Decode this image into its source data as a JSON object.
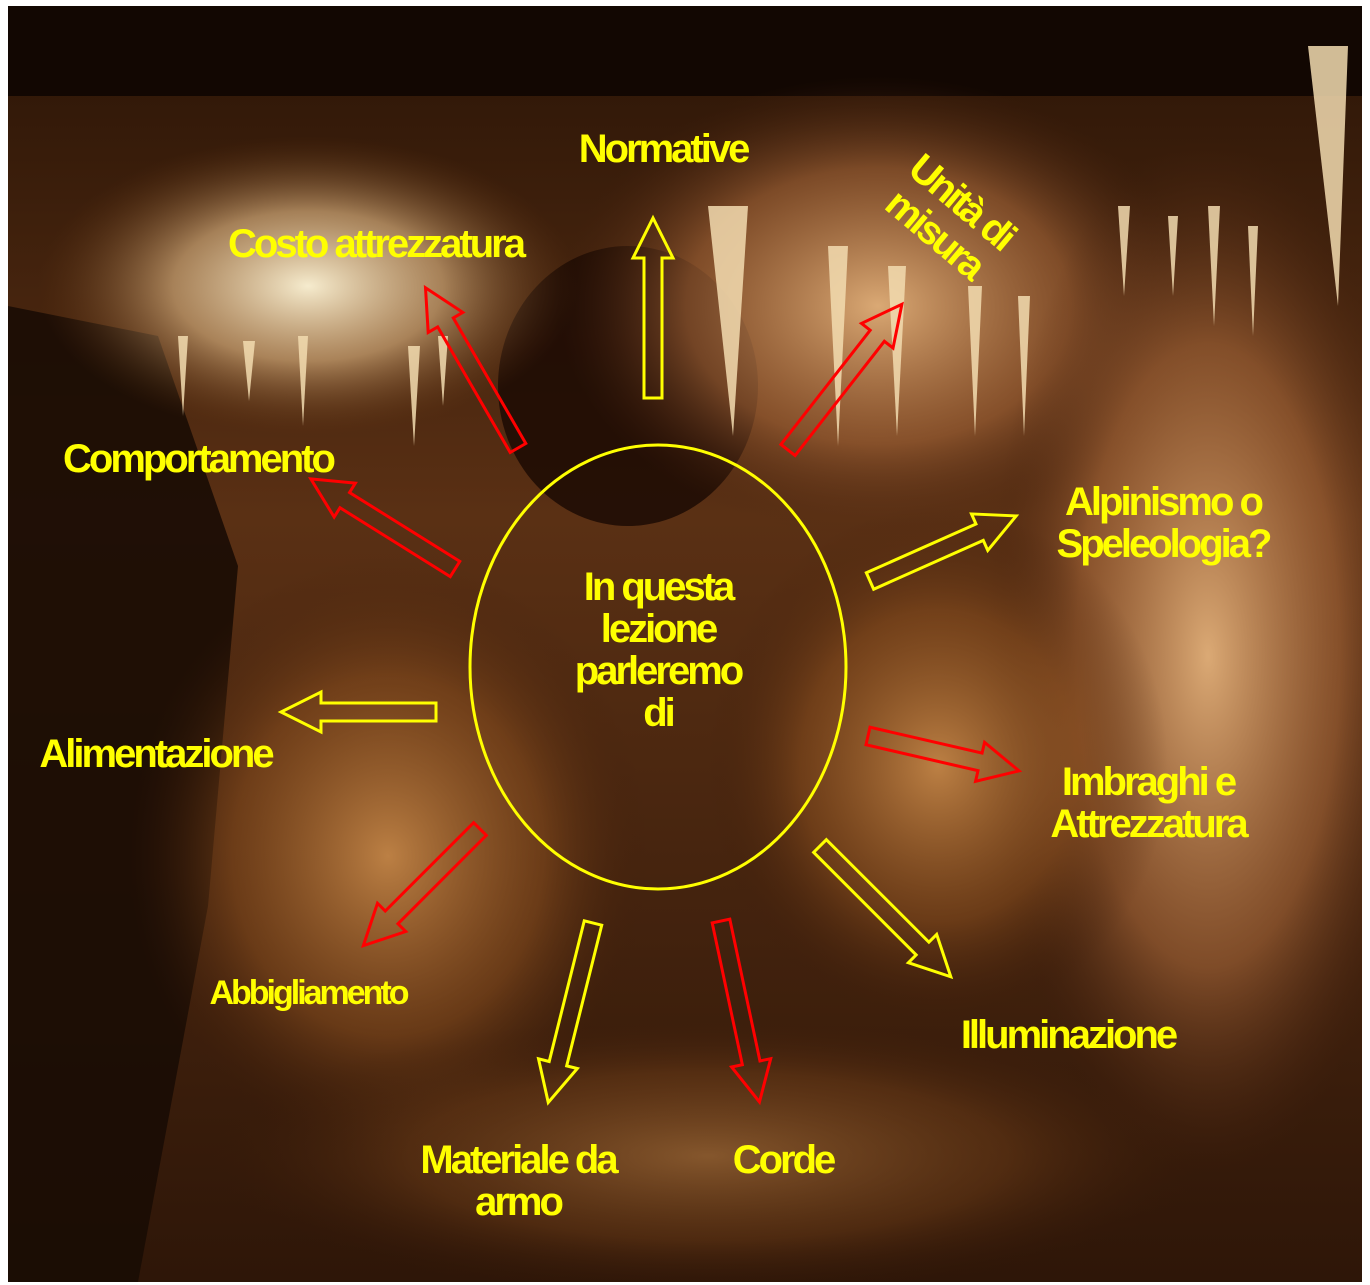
{
  "colors": {
    "yellow": "#ffff00",
    "red": "#ff0000",
    "bg_dark": "#1a0c05"
  },
  "center": {
    "lines": [
      "In questa",
      "lezione",
      "parleremo",
      "di"
    ]
  },
  "topics": {
    "normative": "Normative",
    "unita": [
      "Unità di",
      "misura"
    ],
    "costo": "Costo attrezzatura",
    "comportamento": "Comportamento",
    "alpinismo": [
      "Alpinismo o",
      "Speleologia?"
    ],
    "alimentazione": "Alimentazione",
    "imbraghi": [
      "Imbraghi e",
      "Attrezzatura"
    ],
    "abbigliamento": "Abbigliamento",
    "illuminazione": "Illuminazione",
    "materiale": [
      "Materiale da",
      "armo"
    ],
    "corde": "Corde"
  }
}
